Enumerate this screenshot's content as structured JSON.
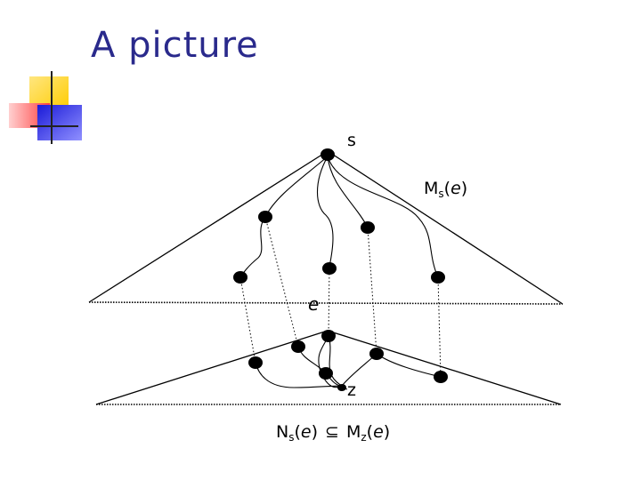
{
  "slide": {
    "title": "A picture"
  },
  "diagram": {
    "label_s": "s",
    "label_ms": {
      "main": "M",
      "sub": "s",
      "arg": "(",
      "var": "e",
      "close": ")"
    },
    "label_e": "e",
    "label_z": "z",
    "label_relation": {
      "n": "N",
      "n_sub": "s",
      "n_open": "(",
      "n_var": "e",
      "n_close": ")",
      "symbol": "⊆",
      "m": "M",
      "m_sub": "z",
      "m_open": "(",
      "m_var": "e",
      "m_close": ")"
    }
  },
  "colors": {
    "title": "#2a2a8c",
    "deco_yellow": "#ffd700",
    "deco_red": "#ff6b6b",
    "deco_blue": "#2020d0",
    "node": "#000000"
  }
}
